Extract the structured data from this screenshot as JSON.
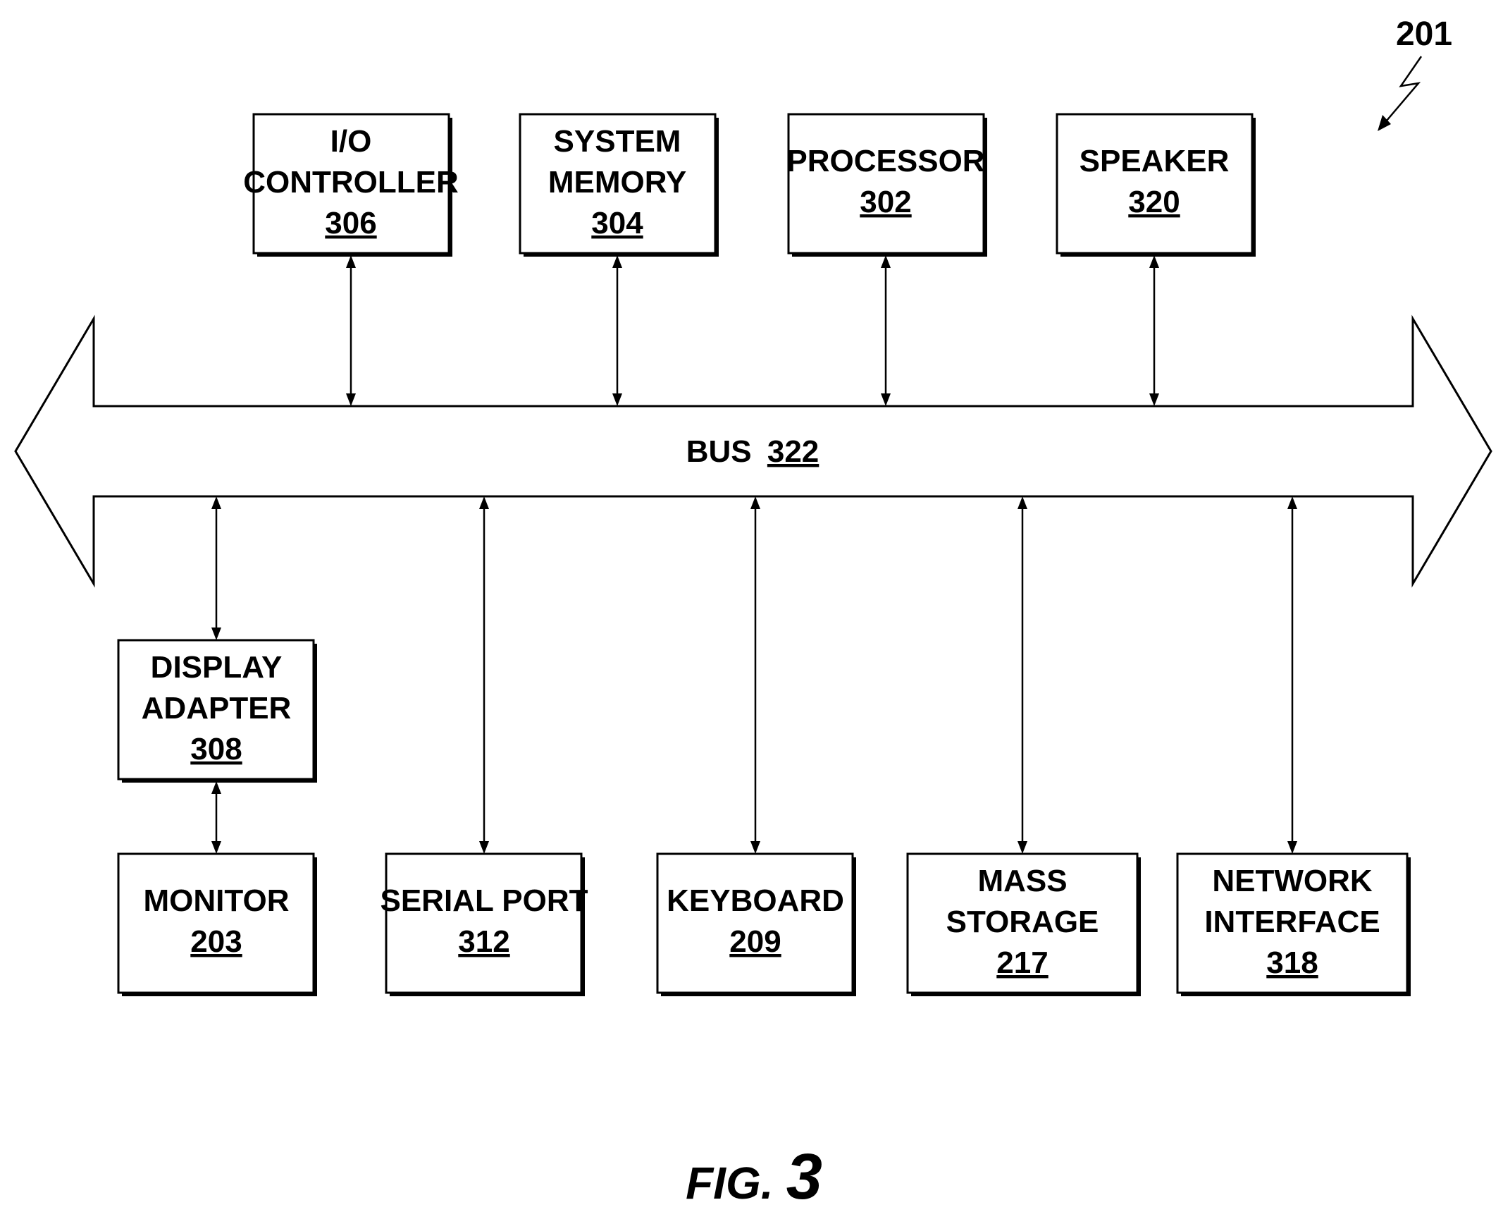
{
  "figure": {
    "ref": "201",
    "caption_prefix": "FIG.",
    "caption_number": "3"
  },
  "bus": {
    "label": "BUS",
    "number": "322"
  },
  "components": {
    "io_controller": {
      "lines": [
        "I/O",
        "CONTROLLER"
      ],
      "number": "306"
    },
    "system_memory": {
      "lines": [
        "SYSTEM",
        "MEMORY"
      ],
      "number": "304"
    },
    "processor": {
      "lines": [
        "PROCESSOR"
      ],
      "number": "302"
    },
    "speaker": {
      "lines": [
        "SPEAKER"
      ],
      "number": "320"
    },
    "display_adapter": {
      "lines": [
        "DISPLAY",
        "ADAPTER"
      ],
      "number": "308"
    },
    "monitor": {
      "lines": [
        "MONITOR"
      ],
      "number": "203"
    },
    "serial_port": {
      "lines": [
        "SERIAL PORT"
      ],
      "number": "312"
    },
    "keyboard": {
      "lines": [
        "KEYBOARD"
      ],
      "number": "209"
    },
    "mass_storage": {
      "lines": [
        "MASS",
        "STORAGE"
      ],
      "number": "217"
    },
    "network_interface": {
      "lines": [
        "NETWORK",
        "INTERFACE"
      ],
      "number": "318"
    }
  }
}
